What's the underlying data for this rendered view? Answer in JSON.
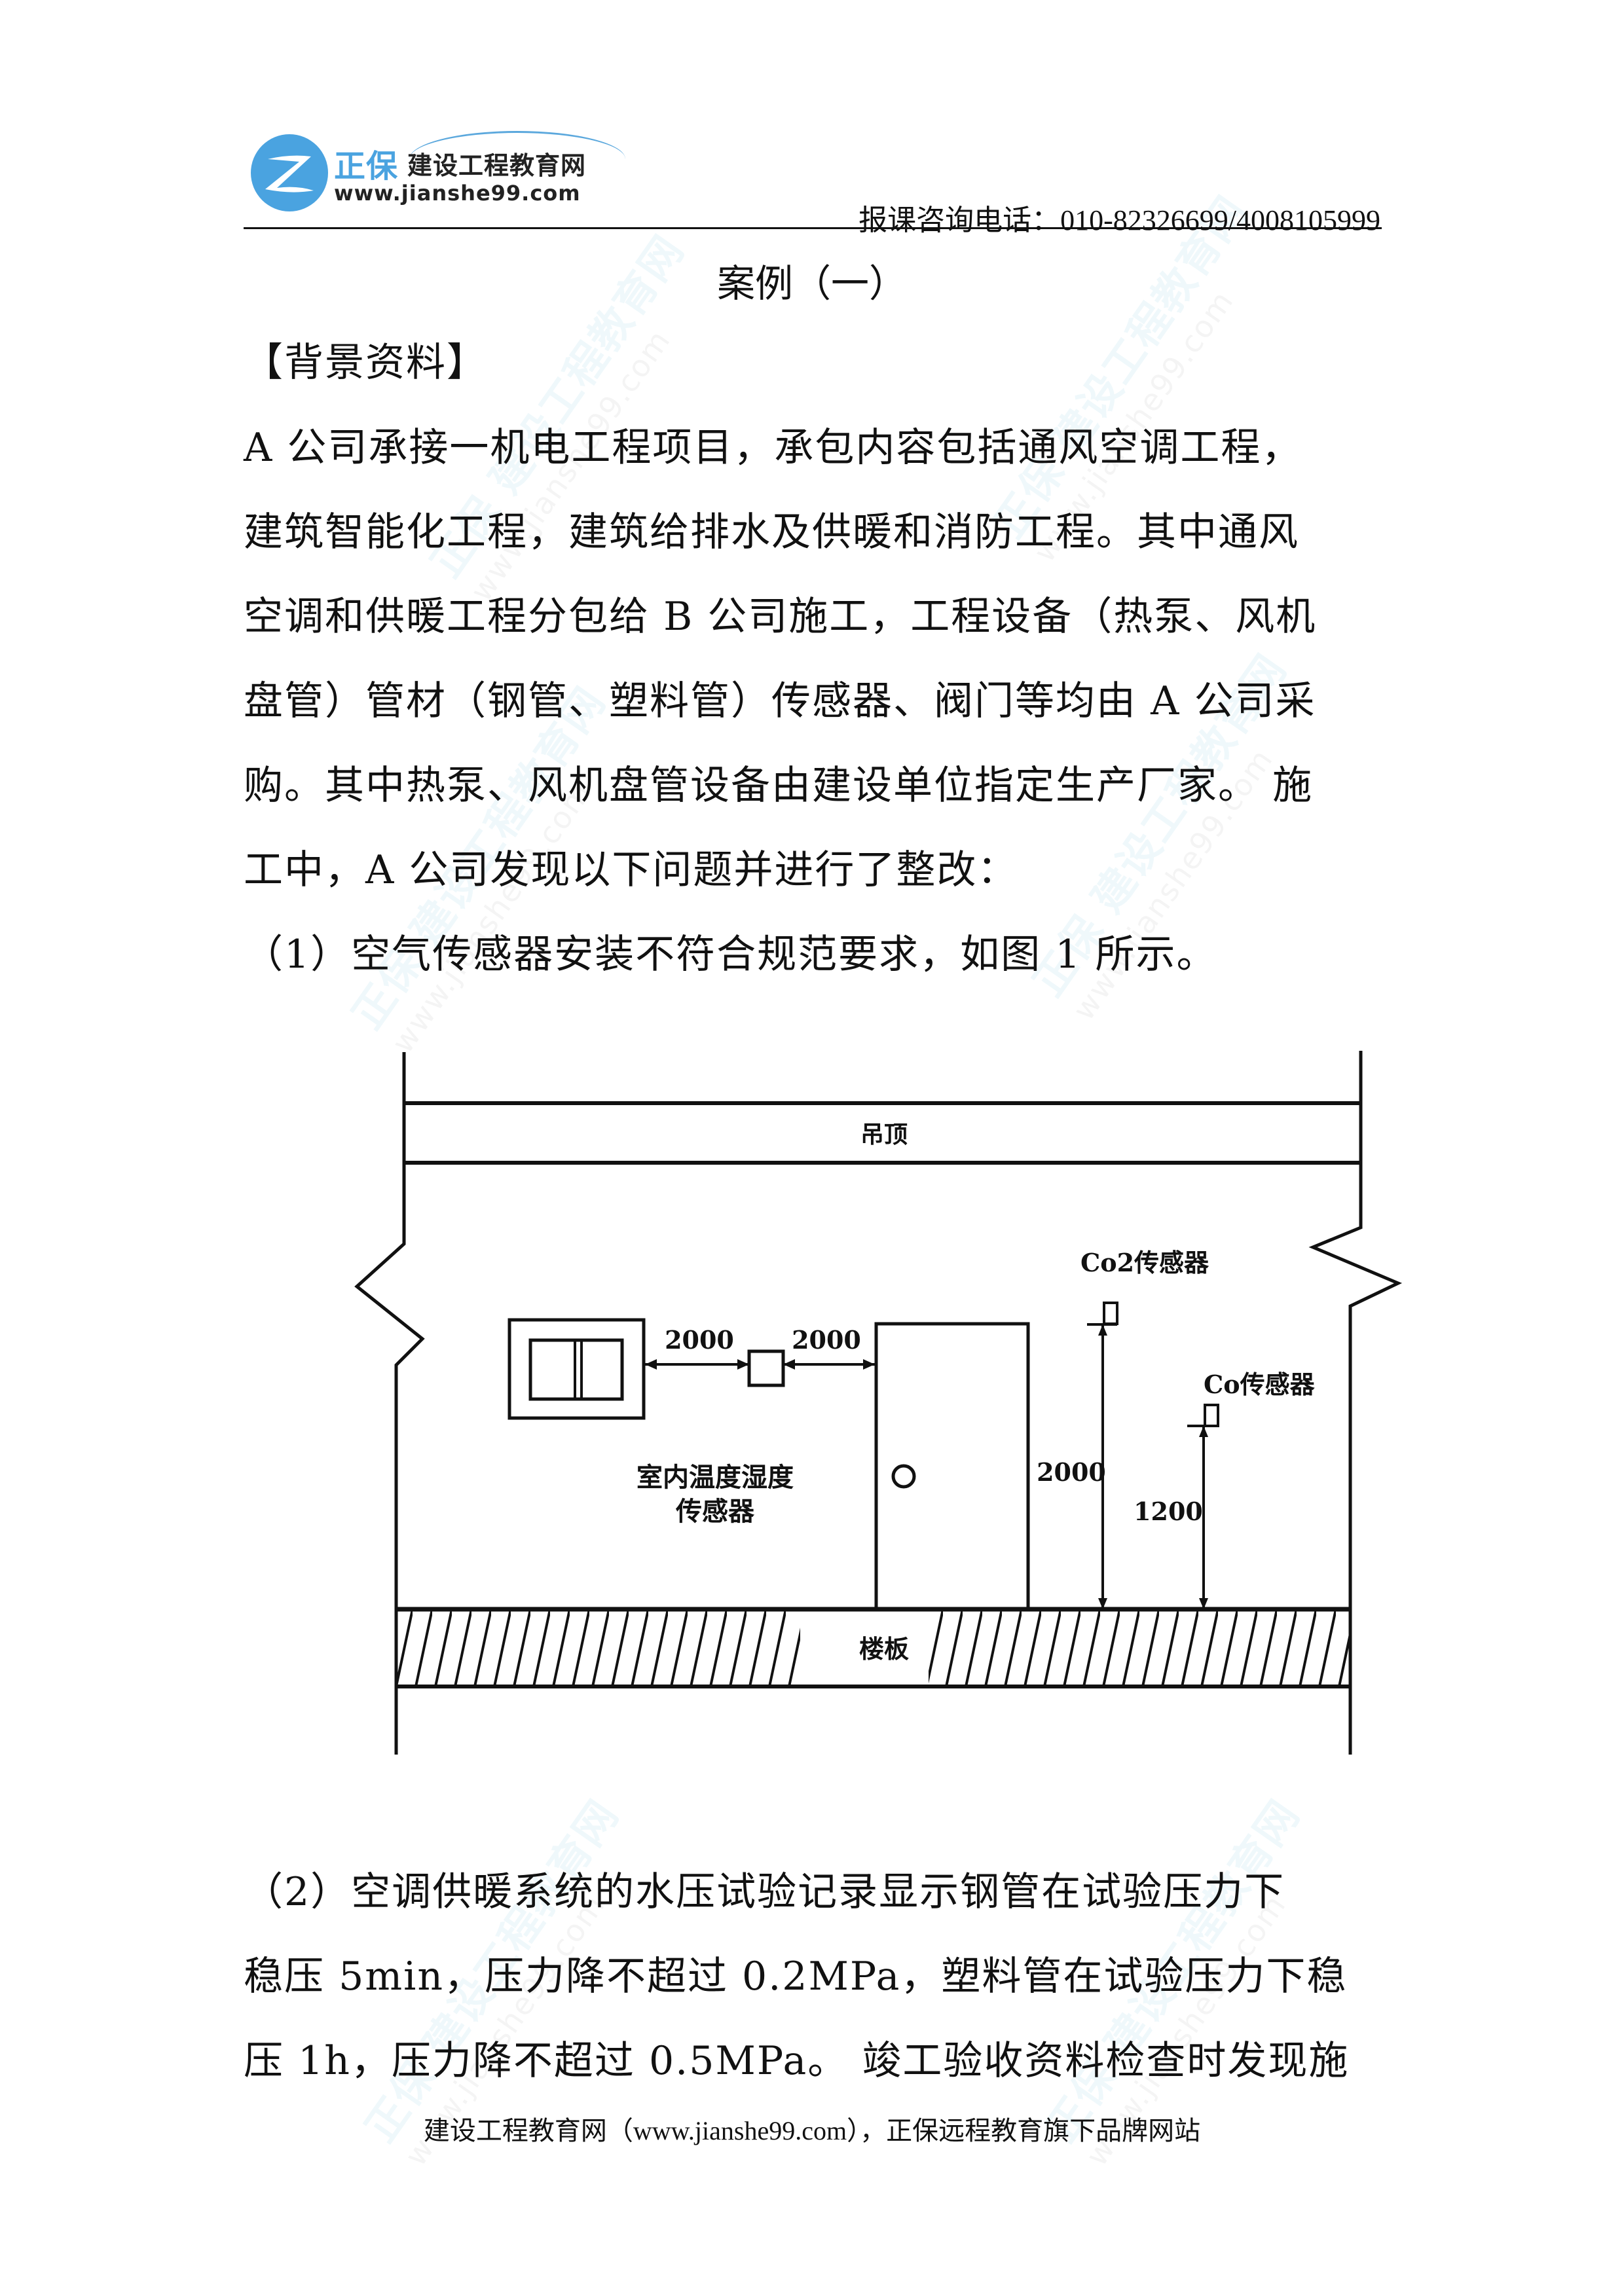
{
  "header": {
    "logo": {
      "brand": "正保",
      "name": "建设工程教育网",
      "url": "www.jianshe99.com",
      "brand_color": "#4aa3e0"
    },
    "phone_label": "报课咨询电话：010-82326699/4008105999"
  },
  "document": {
    "title": "案例（一）",
    "section_heading": "【背景资料】",
    "paragraphs": [
      {
        "lines": [
          "A 公司承接一机电工程项目，承包内容包括通风空调工程，",
          "建筑智能化工程，建筑给排水及供暖和消防工程。其中通风",
          "空调和供暖工程分包给 B 公司施工，工程设备（热泵、风机",
          "盘管）管材（钢管、塑料管）传感器、阀门等均由 A 公司采",
          "购。其中热泵、风机盘管设备由建设单位指定生产厂家。 施",
          "工中，A 公司发现以下问题并进行了整改："
        ]
      },
      {
        "lines": [
          "（1）空气传感器安装不符合规范要求，如图 1 所示。"
        ]
      },
      {
        "lines": [
          "（2）空调供暖系统的水压试验记录显示钢管在试验压力下",
          "稳压 5min，压力降不超过 0.2MPa，塑料管在试验压力下稳",
          "压 1h，压力降不超过 0.5MPa。 竣工验收资料检查时发现施"
        ]
      }
    ]
  },
  "figure": {
    "ceiling_label": "吊顶",
    "floor_label": "楼板",
    "indoor_sensor_label_line1": "室内温度湿度",
    "indoor_sensor_label_line2": "传感器",
    "co2_sensor_label": "Co2传感器",
    "co_sensor_label": "Co传感器",
    "dim_window_to_sensor": "2000",
    "dim_sensor_to_door": "2000",
    "dim_co2_height": "2000",
    "dim_co_height": "1200"
  },
  "footer": {
    "text": "建设工程教育网（www.jianshe99.com），正保远程教育旗下品牌网站"
  },
  "watermark": {
    "text": "正保 建设工程教育网",
    "url": "www.jianshe99.com"
  }
}
